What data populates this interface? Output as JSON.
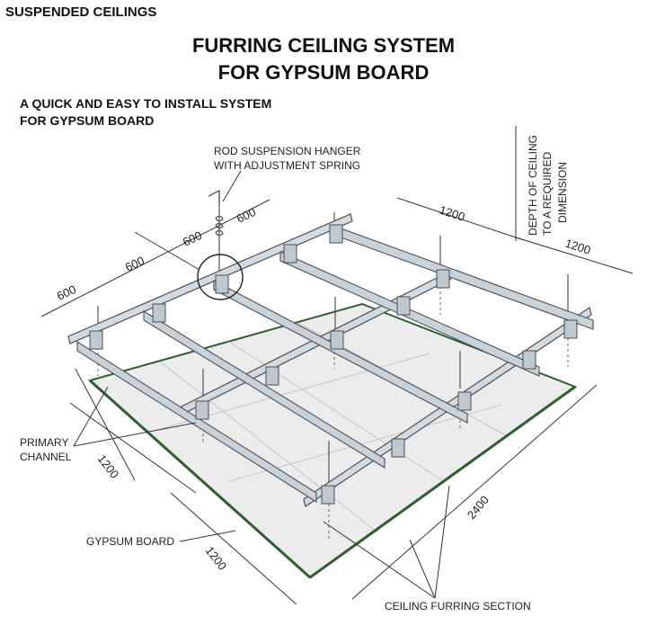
{
  "header": {
    "section": "SUSPENDED CEILINGS",
    "title_line1": "FURRING CEILING SYSTEM",
    "title_line2": "FOR GYPSUM BOARD",
    "subtitle_line1": "A QUICK AND EASY TO INSTALL SYSTEM",
    "subtitle_line2": "FOR GYPSUM BOARD"
  },
  "labels": {
    "hanger_line1": "ROD SUSPENSION HANGER",
    "hanger_line2": "WITH ADJUSTMENT SPRING",
    "depth_line1": "DEPTH OF CEILING",
    "depth_line2": "TO A REQUIRED",
    "depth_line3": "DIMENSION",
    "primary_line1": "PRIMARY",
    "primary_line2": "CHANNEL",
    "gypsum": "GYPSUM BOARD",
    "furring": "CEILING FURRING SECTION"
  },
  "dimensions": {
    "spacing_600_a": "600",
    "spacing_600_b": "600",
    "spacing_600_c": "600",
    "spacing_600_d": "600",
    "spacing_1200_top": "1200",
    "spacing_1200_right": "1200",
    "spacing_1200_left": "1200",
    "spacing_1200_bottom": "1200",
    "spacing_2400": "2400"
  },
  "colors": {
    "board": "#ececec",
    "board_edge": "#2f5e2f",
    "channel": "#d3dbe1",
    "channel_stroke": "#4a4f55",
    "line": "#333333"
  }
}
